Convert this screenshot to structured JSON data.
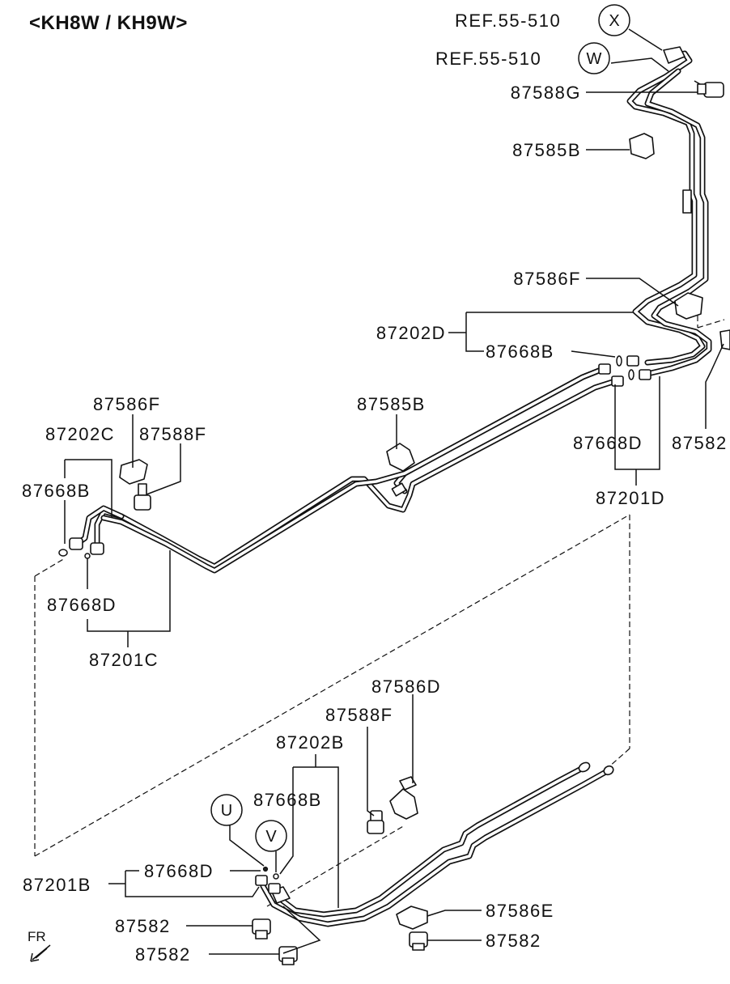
{
  "title": "<KH8W / KH9W>",
  "refs": [
    {
      "text": "REF.55-510",
      "letter": "X"
    },
    {
      "text": "REF.55-510",
      "letter": "W"
    }
  ],
  "callouts": {
    "U": "U",
    "V": "V"
  },
  "direction_label": "FR",
  "labels": {
    "p87588G": "87588G",
    "p87585B_top": "87585B",
    "p87586F_right": "87586F",
    "p87202D": "87202D",
    "p87668B_right": "87668B",
    "p87668D_right": "87668D",
    "p87582_right_cut": "87582",
    "p87201D": "87201D",
    "p87586F_left": "87586F",
    "p87202C": "87202C",
    "p87588F_left": "87588F",
    "p87585B_mid": "87585B",
    "p87668B_left": "87668B",
    "p87668D_left": "87668D",
    "p87201C": "87201C",
    "p87586D": "87586D",
    "p87588F_bottom": "87588F",
    "p87202B": "87202B",
    "p87668B_bottom": "87668B",
    "p87668D_bottom": "87668D",
    "p87201B": "87201B",
    "p87582_a": "87582",
    "p87582_b": "87582",
    "p87586E": "87586E",
    "p87582_c": "87582"
  }
}
